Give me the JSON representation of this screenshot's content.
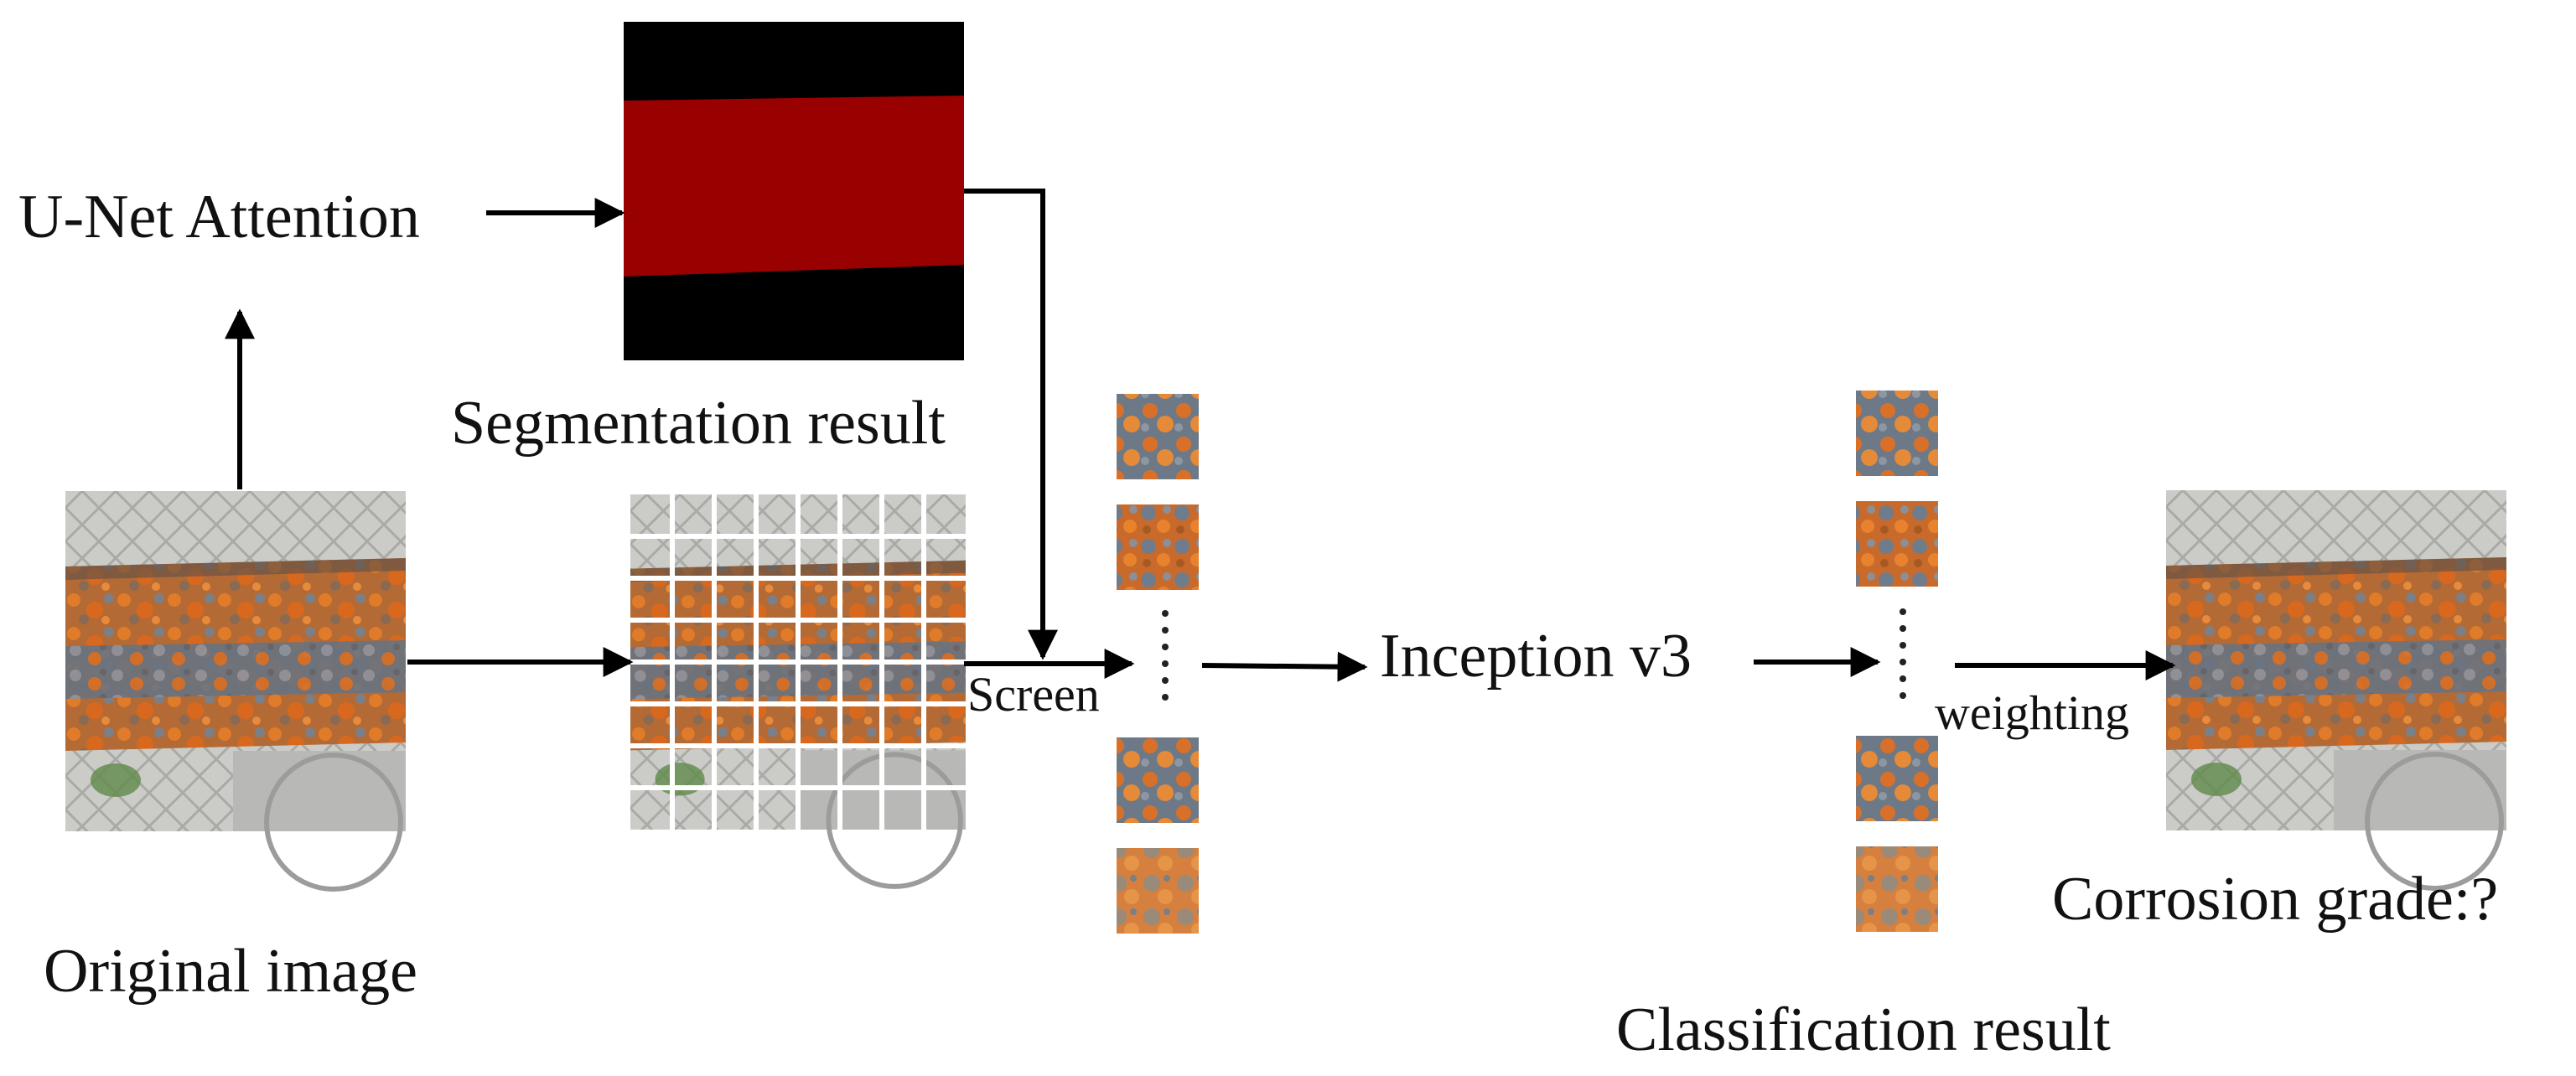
{
  "labels": {
    "unet": "U-Net Attention",
    "segmentation": "Segmentation result",
    "original": "Original image",
    "screen": "Screen",
    "inception": "Inception v3",
    "weighting": "weighting",
    "grade": "Corrosion grade:?",
    "classification": "Classification result"
  },
  "colors": {
    "segmentation_band": "#990000",
    "segmentation_background": "#000000",
    "paver": "#c9cac6",
    "rust_orange": "#d7782e",
    "steel_blue_gray": "#6f7a86",
    "arrow": "#000000"
  },
  "grid": {
    "rows": 8,
    "cols": 8
  },
  "patch_columns": [
    {
      "name": "screened-patches",
      "top_count": 2,
      "bottom_count": 2,
      "ellipsis": "dots"
    },
    {
      "name": "classified-patches",
      "top_count": 2,
      "bottom_count": 2,
      "ellipsis": "dots"
    }
  ]
}
